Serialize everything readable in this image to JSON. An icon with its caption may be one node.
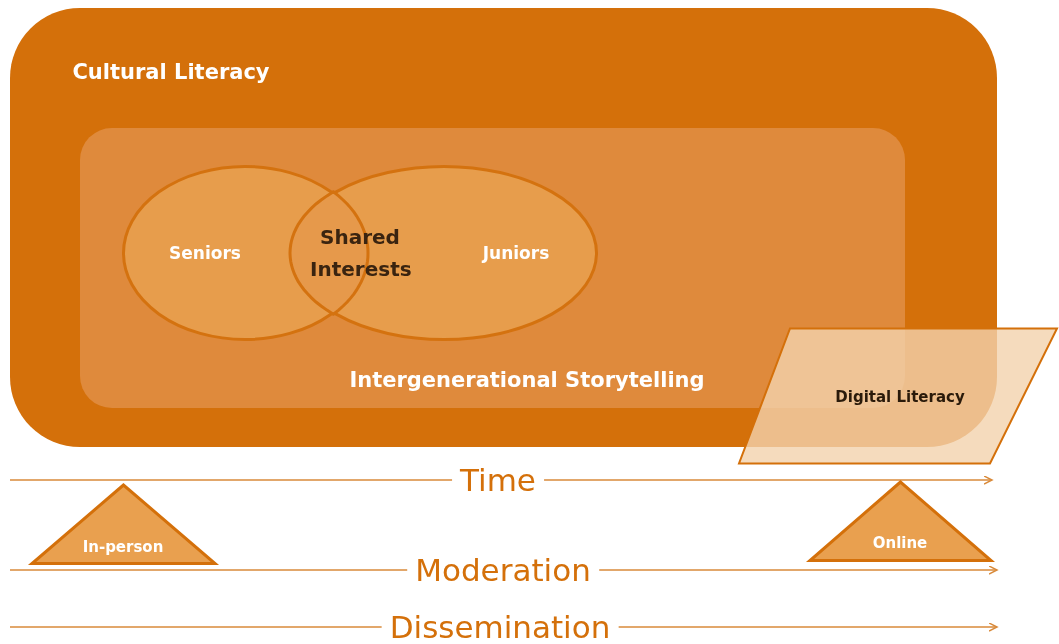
{
  "diagram": {
    "nodes": [
      {
        "text": [
          "Cultural Literacy"
        ]
      },
      {
        "text": [
          "Intergenerational Storytelling"
        ],
        "in": 0
      },
      {
        "text": [
          "Seniors"
        ],
        "in": 1
      },
      {
        "text": [
          "Shared Interests"
        ]
      },
      {
        "text": [
          "Juniors"
        ],
        "in": 1
      },
      {
        "text": [
          "Digital Literacy"
        ]
      },
      {
        "text": [
          "In-person"
        ]
      },
      {
        "text": [
          "Online"
        ]
      }
    ],
    "labels": [
      "Time",
      "Moderation",
      "Dissemination"
    ]
  }
}
